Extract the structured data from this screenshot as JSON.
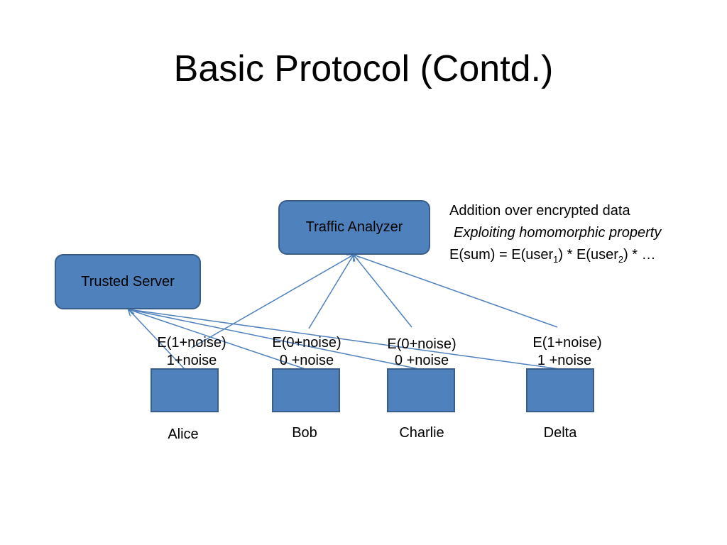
{
  "slide": {
    "title": "Basic Protocol (Contd.)"
  },
  "nodes": {
    "traffic_analyzer": "Traffic Analyzer",
    "trusted_server": "Trusted Server"
  },
  "note": {
    "line1": "Addition over encrypted data",
    "line2": "Exploiting homomorphic property",
    "line3_prefix": "E(sum) = E(user",
    "line3_sub1": "1",
    "line3_mid": ") * E(user",
    "line3_sub2": "2",
    "line3_suffix": ") * …"
  },
  "users": [
    {
      "name": "Alice",
      "encrypted": "E(1+noise)",
      "value": "1+noise"
    },
    {
      "name": "Bob",
      "encrypted": "E(0+noise)",
      "value": "0 +noise"
    },
    {
      "name": "Charlie",
      "encrypted": "E(0+noise)",
      "value": "0 +noise"
    },
    {
      "name": "Delta",
      "encrypted": "E(1+noise)",
      "value": "1 +noise"
    }
  ],
  "colors": {
    "box_fill": "#4f81bd",
    "box_border": "#385d8a",
    "arrow": "#4f81bd"
  }
}
